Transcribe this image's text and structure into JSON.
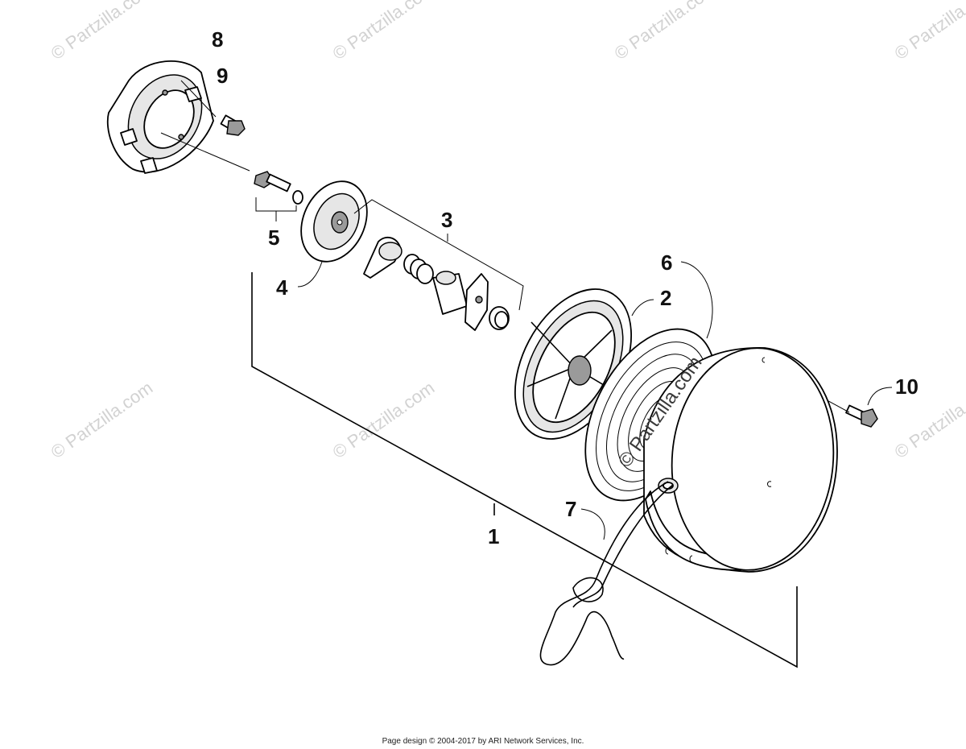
{
  "diagram": {
    "callouts": [
      {
        "id": "8",
        "label": "8"
      },
      {
        "id": "9",
        "label": "9"
      },
      {
        "id": "5",
        "label": "5"
      },
      {
        "id": "4",
        "label": "4"
      },
      {
        "id": "3",
        "label": "3"
      },
      {
        "id": "6",
        "label": "6"
      },
      {
        "id": "2",
        "label": "2"
      },
      {
        "id": "10",
        "label": "10"
      },
      {
        "id": "7",
        "label": "7"
      },
      {
        "id": "1",
        "label": "1"
      }
    ],
    "watermark": "© Partzilla.com"
  },
  "footer": {
    "text": "Page design © 2004-2017 by ARI Network Services, Inc."
  }
}
